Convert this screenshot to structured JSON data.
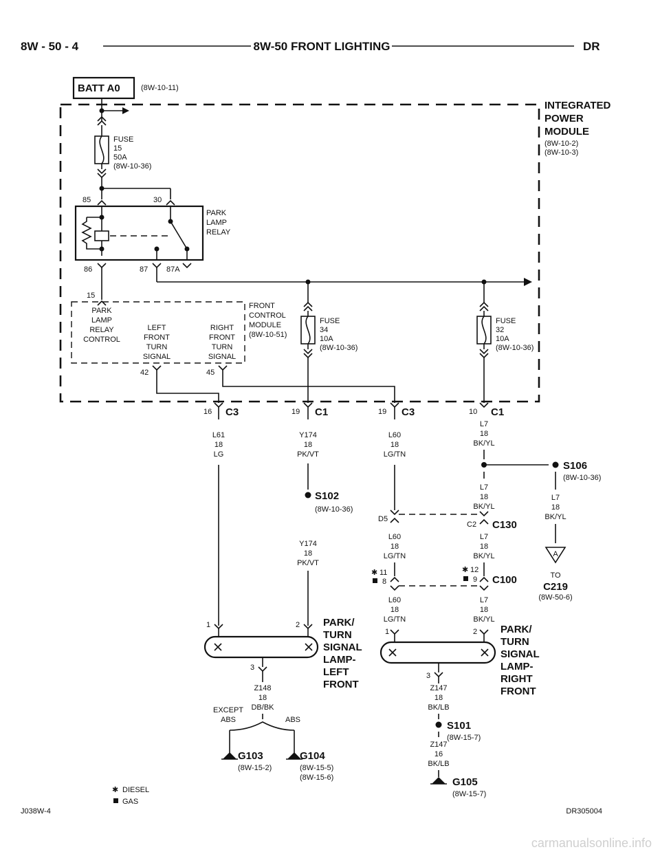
{
  "header": {
    "left": "8W - 50 - 4",
    "center": "8W-50 FRONT LIGHTING",
    "right": "DR"
  },
  "batt": {
    "label": "BATT A0",
    "ref": "(8W-10-11)"
  },
  "ipm": {
    "title1": "INTEGRATED",
    "title2": "POWER",
    "title3": "MODULE",
    "ref1": "(8W-10-2)",
    "ref2": "(8W-10-3)"
  },
  "fuse15": {
    "l1": "FUSE",
    "l2": "15",
    "l3": "50A",
    "l4": "(8W-10-36)"
  },
  "relay": {
    "l1": "PARK",
    "l2": "LAMP",
    "l3": "RELAY",
    "p85": "85",
    "p30": "30",
    "p86": "86",
    "p87": "87",
    "p87a": "87A"
  },
  "fcm": {
    "pin15": "15",
    "prc1": "PARK",
    "prc2": "LAMP",
    "prc3": "RELAY",
    "prc4": "CONTROL",
    "lf1": "LEFT",
    "lf2": "FRONT",
    "lf3": "TURN",
    "lf4": "SIGNAL",
    "rf1": "RIGHT",
    "rf2": "FRONT",
    "rf3": "TURN",
    "rf4": "SIGNAL",
    "t1": "FRONT",
    "t2": "CONTROL",
    "t3": "MODULE",
    "t4": "(8W-10-51)",
    "pin42": "42",
    "pin45": "45"
  },
  "fuse34": {
    "l1": "FUSE",
    "l2": "34",
    "l3": "10A",
    "l4": "(8W-10-36)"
  },
  "fuse32": {
    "l1": "FUSE",
    "l2": "32",
    "l3": "10A",
    "l4": "(8W-10-36)"
  },
  "conn": {
    "c3a_pin": "16",
    "c3a": "C3",
    "c1a_pin": "19",
    "c1a": "C1",
    "c3b_pin": "19",
    "c3b": "C3",
    "c1b_pin": "10",
    "c1b": "C1"
  },
  "wires": {
    "l61": [
      "L61",
      "18",
      "LG"
    ],
    "y174a": [
      "Y174",
      "18",
      "PK/VT"
    ],
    "y174b": [
      "Y174",
      "18",
      "PK/VT"
    ],
    "l60a": [
      "L60",
      "18",
      "LG/TN"
    ],
    "l60b": [
      "L60",
      "18",
      "LG/TN"
    ],
    "l60c": [
      "L60",
      "18",
      "LG/TN"
    ],
    "l7a": [
      "L7",
      "18",
      "BK/YL"
    ],
    "l7b": [
      "L7",
      "18",
      "BK/YL"
    ],
    "l7c": [
      "L7",
      "18",
      "BK/YL"
    ],
    "l7d": [
      "L7",
      "18",
      "BK/YL"
    ],
    "l7e": [
      "L7",
      "18",
      "BK/YL"
    ],
    "z148": [
      "Z148",
      "18",
      "DB/BK"
    ],
    "z147a": [
      "Z147",
      "18",
      "BK/LB"
    ],
    "z147b": [
      "Z147",
      "16",
      "BK/LB"
    ]
  },
  "splices": {
    "s102": "S102",
    "s102_ref": "(8W-10-36)",
    "s106": "S106",
    "s106_ref": "(8W-10-36)",
    "s101": "S101",
    "s101_ref": "(8W-15-7)"
  },
  "c130": {
    "name": "C130",
    "d5": "D5",
    "c2": "C2"
  },
  "c100": {
    "name": "C100",
    "p11": "11",
    "p8": "8",
    "p12": "12",
    "p9": "9"
  },
  "c219": {
    "letter": "A",
    "to": "TO",
    "name": "C219",
    "ref": "(8W-50-6)"
  },
  "lamp_left": {
    "l1": "PARK/",
    "l2": "TURN",
    "l3": "SIGNAL",
    "l4": "LAMP-",
    "l5": "LEFT",
    "l6": "FRONT",
    "p1": "1",
    "p2": "2",
    "p3": "3"
  },
  "lamp_right": {
    "l1": "PARK/",
    "l2": "TURN",
    "l3": "SIGNAL",
    "l4": "LAMP-",
    "l5": "RIGHT",
    "l6": "FRONT",
    "p1": "1",
    "p2": "2",
    "p3": "3"
  },
  "grounds": {
    "except1": "EXCEPT",
    "except2": "ABS",
    "abs": "ABS",
    "g103": "G103",
    "g103_ref": "(8W-15-2)",
    "g104": "G104",
    "g104_ref1": "(8W-15-5)",
    "g104_ref2": "(8W-15-6)",
    "g105": "G105",
    "g105_ref": "(8W-15-7)"
  },
  "legend": {
    "diesel": "DIESEL",
    "gas": "GAS"
  },
  "footer": {
    "left": "J038W-4",
    "right": "DR305004"
  },
  "watermark": "carmanualsonline.info"
}
